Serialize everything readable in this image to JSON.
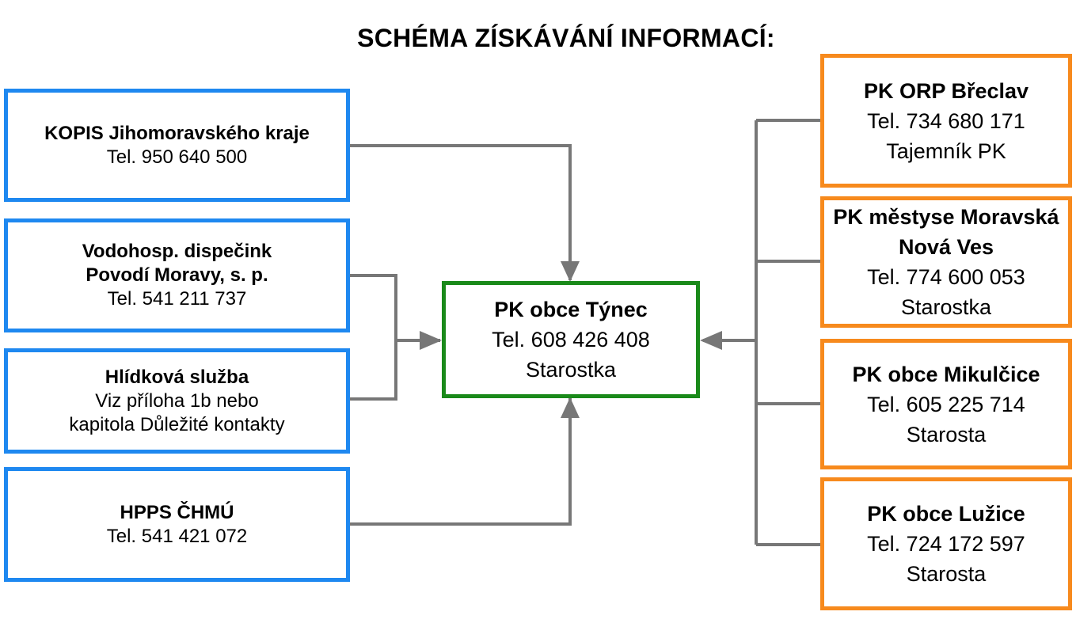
{
  "title": "SCHÉMA ZÍSKÁVÁNÍ INFORMACÍ:",
  "center": {
    "name": "PK obce Týnec",
    "phone": "Tel. 608 426 408",
    "role": "Starostka"
  },
  "left": [
    {
      "name": "KOPIS Jihomoravského kraje",
      "line1": "Tel. 950 640 500"
    },
    {
      "name1": "Vodohosp. dispečink",
      "name2": "Povodí Moravy, s. p.",
      "line1": "Tel. 541 211 737"
    },
    {
      "name": "Hlídková služba",
      "line1": "Viz příloha 1b nebo",
      "line2": "kapitola Důležité kontakty"
    },
    {
      "name": "HPPS ČHMÚ",
      "line1": "Tel. 541 421 072"
    }
  ],
  "right": [
    {
      "name": "PK ORP Břeclav",
      "phone": "Tel. 734 680 171",
      "role": "Tajemník PK"
    },
    {
      "name1": "PK městyse Moravská",
      "name2": "Nová Ves",
      "phone": "Tel. 774 600 053",
      "role": "Starostka"
    },
    {
      "name": "PK obce Mikulčice",
      "phone": "Tel. 605 225 714",
      "role": "Starosta"
    },
    {
      "name": "PK obce Lužice",
      "phone": "Tel. 724 172 597",
      "role": "Starosta"
    }
  ],
  "colors": {
    "blue": "#1e88f0",
    "green": "#1a8a1a",
    "orange": "#f78a1d",
    "connector": "#777777"
  }
}
